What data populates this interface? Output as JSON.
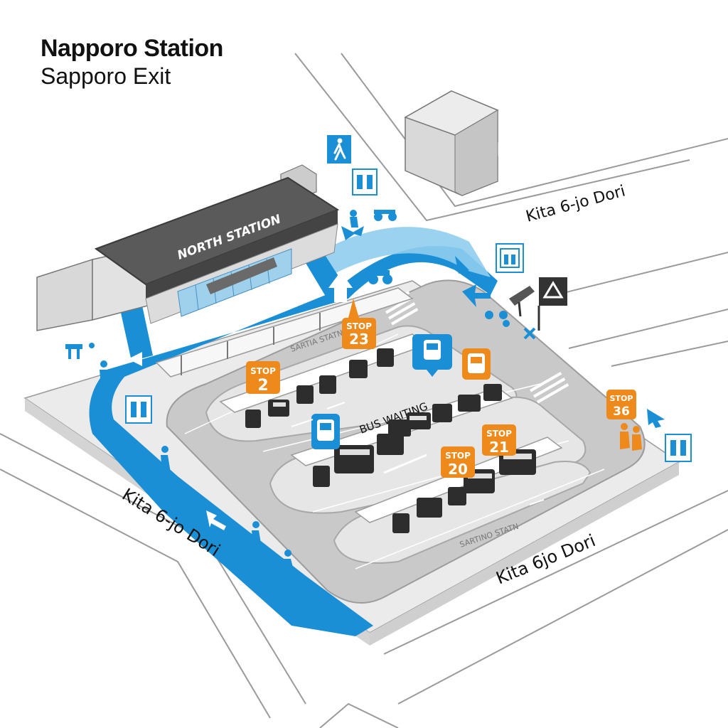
{
  "header": {
    "title": "Napporo Station",
    "subtitle": "Sapporo Exit"
  },
  "building": {
    "name": "NORTH STATION"
  },
  "roads": {
    "north_east": "Kita 6-jo Dori",
    "south_west": "Kita 6-jo Dori",
    "south_east": "Kita 6jo Dori"
  },
  "waiting_labels": {
    "station_front": "BUS WAITING",
    "center_island": "BUS WAITING"
  },
  "platform_labels": {
    "upper": "SARTIA STATN",
    "lower": "SARTINO STATN"
  },
  "stops": [
    {
      "label": "STOP",
      "number": "23"
    },
    {
      "label": "STOP",
      "number": "2"
    },
    {
      "label": "STOP",
      "number": "21"
    },
    {
      "label": "STOP",
      "number": "20"
    },
    {
      "label": "STOP",
      "number": "36"
    }
  ],
  "colors": {
    "walkway_blue": "#1a8fd6",
    "light_blue": "#8fcdee",
    "stop_orange": "#ee8a1c",
    "road_gray": "#a8a8a8",
    "lot_gray": "#d6d6d6",
    "building_dark": "#5a5a5a"
  },
  "icons": [
    "pedestrian-icon",
    "restroom-icon",
    "elevator-icon",
    "bus-icon",
    "accessible-icon",
    "taxi-sign-icon"
  ]
}
